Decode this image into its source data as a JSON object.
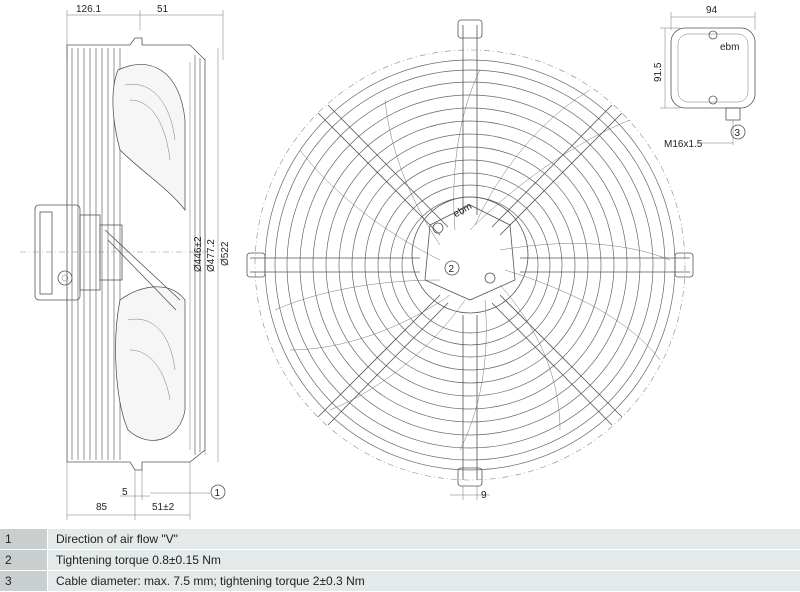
{
  "side_view": {
    "dim_top_left": "126.1",
    "dim_top_right": "51",
    "dim_bottom_85": "85",
    "dim_bottom_5": "5",
    "dim_bottom_51": "51±2",
    "dia_446": "Ø446±2",
    "dia_477": "Ø477.2",
    "dia_522": "Ø522",
    "callout": "1"
  },
  "front_view": {
    "dim_bottom": "9",
    "callout": "2",
    "logo": "ebm"
  },
  "terminal_box": {
    "dim_width": "94",
    "dim_height": "91.5",
    "thread": "M16x1.5",
    "callout": "3",
    "logo": "ebm"
  },
  "legend": [
    {
      "num": "1",
      "text": "Direction of air flow \"V\""
    },
    {
      "num": "2",
      "text": "Tightening torque 0.8±0.15 Nm"
    },
    {
      "num": "3",
      "text": "Cable diameter: max. 7.5 mm; tightening torque 2±0.3 Nm"
    }
  ]
}
